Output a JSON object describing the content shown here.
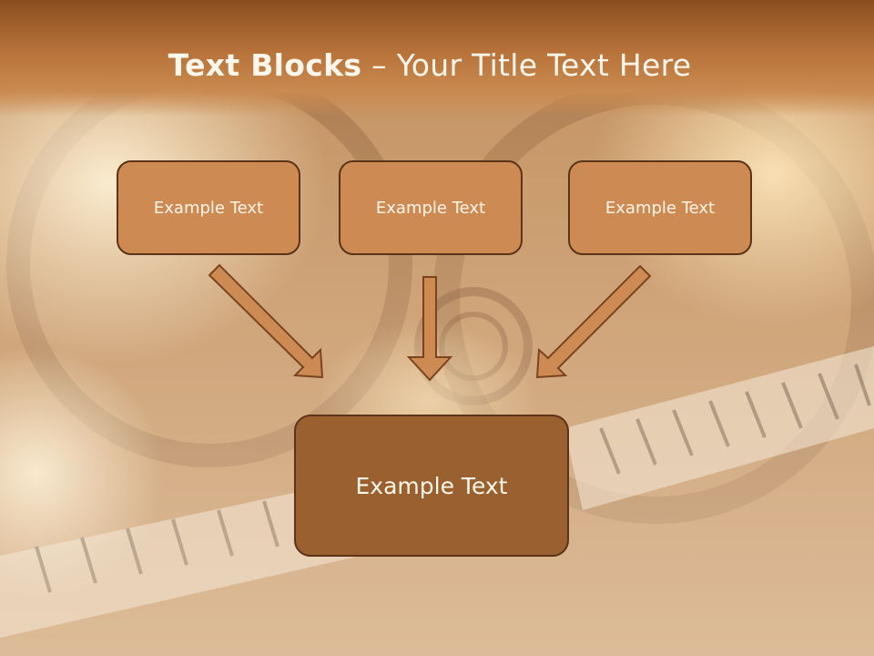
{
  "slide": {
    "title_bold": "Text Blocks",
    "title_dash": " – ",
    "title_rest": "Your Title Text Here"
  },
  "blocks": [
    {
      "text": "Example Text"
    },
    {
      "text": "Example Text"
    },
    {
      "text": "Example Text"
    }
  ],
  "target": {
    "text": "Example Text"
  },
  "colors": {
    "title_bar": "#b8733a",
    "box_fill": "#cd8a52",
    "box_border": "#5a3318",
    "target_fill": "#9a6030",
    "arrow_fill": "#cd8a52"
  }
}
